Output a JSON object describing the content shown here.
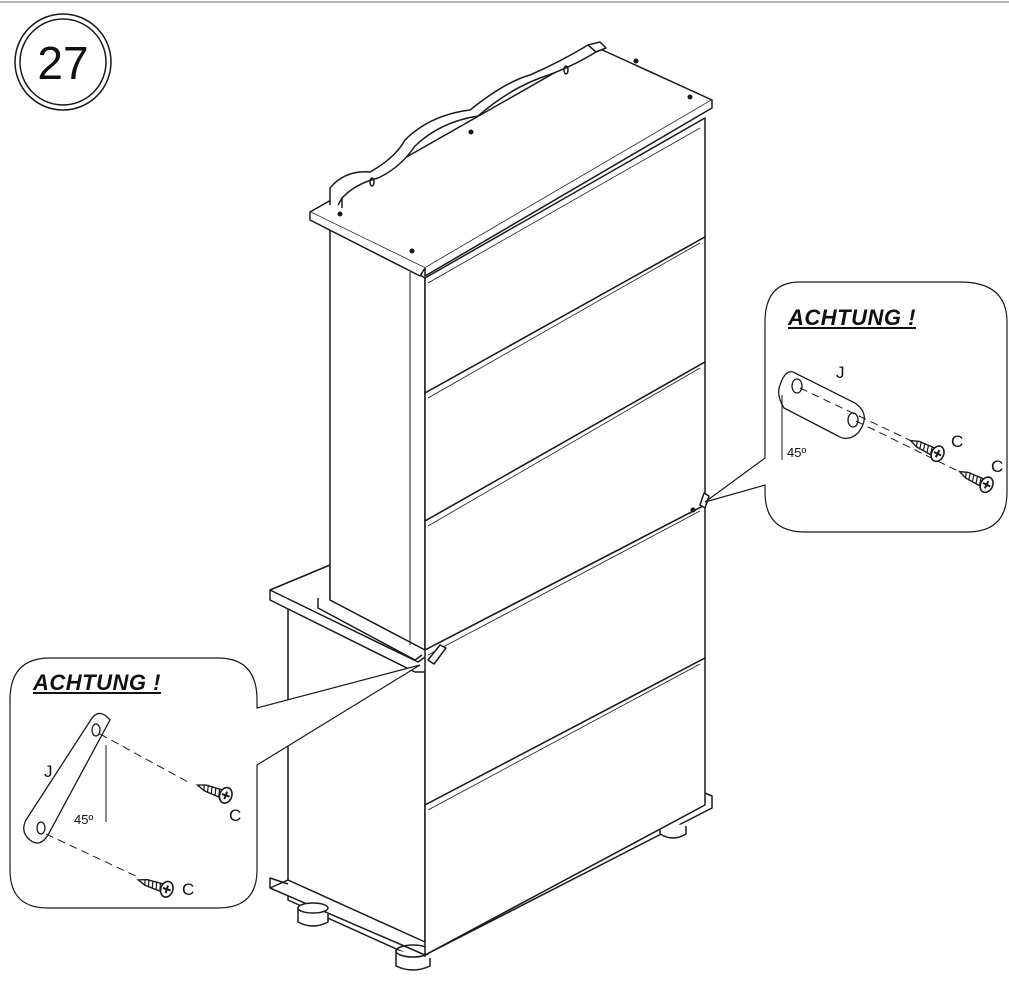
{
  "step": {
    "number": "27"
  },
  "callout_right": {
    "title": "ACHTUNG !",
    "bracket_label": "J",
    "angle_label": "45º",
    "screw_labels": [
      "C",
      "C"
    ]
  },
  "callout_left": {
    "title": "ACHTUNG !",
    "bracket_label": "J",
    "angle_label": "45º",
    "screw_labels": [
      "C",
      "C"
    ]
  },
  "colors": {
    "line": "#1a1a1a",
    "panel": "#ffffff",
    "rule": "#b5b5b5"
  }
}
